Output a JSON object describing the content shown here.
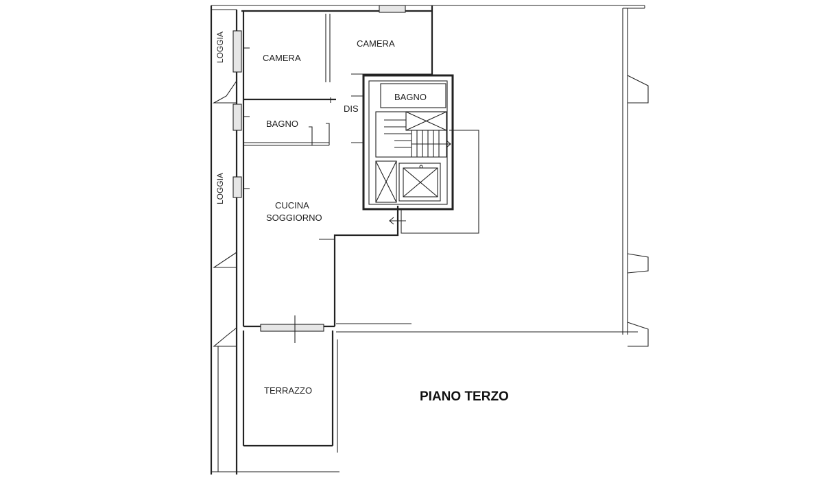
{
  "plan_title": "PIANO TERZO",
  "rooms": {
    "camera_left": "CAMERA",
    "camera_right": "CAMERA",
    "bagno_left": "BAGNO",
    "bagno_core": "BAGNO",
    "disimpegno": "DIS",
    "cucina_line1": "CUCINA",
    "cucina_line2": "SOGGIORNO",
    "terrazzo": "TERRAZZO",
    "loggia_top": "LOGGIA",
    "loggia_bottom": "LOGGIA"
  },
  "colors": {
    "ink": "#222222",
    "background": "#ffffff"
  }
}
